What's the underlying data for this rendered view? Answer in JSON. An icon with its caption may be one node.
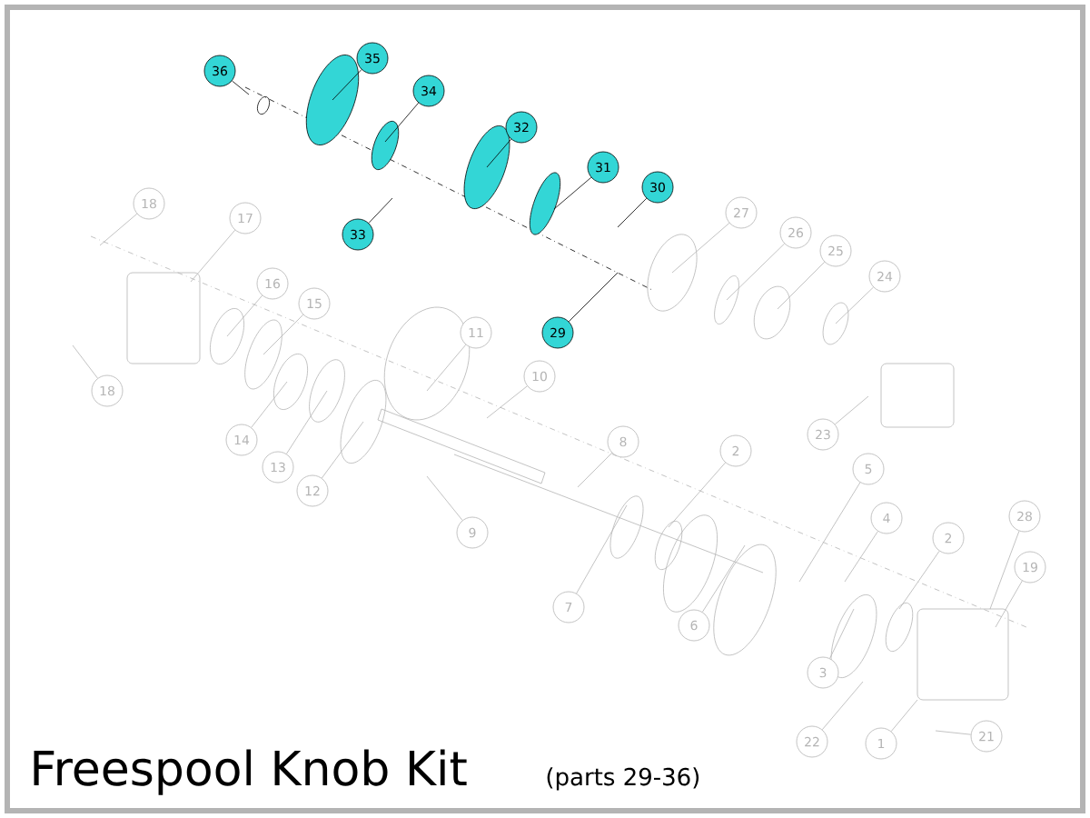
{
  "diagram": {
    "title": "Freespool Knob Kit",
    "nodes": [
      {
        "text": [
          "36"
        ]
      },
      {
        "text": [
          "35"
        ]
      },
      {
        "text": [
          "34"
        ]
      },
      {
        "text": [
          "32"
        ]
      },
      {
        "text": [
          "33"
        ]
      },
      {
        "text": [
          "31"
        ]
      },
      {
        "text": [
          "30"
        ]
      },
      {
        "text": [
          "29"
        ]
      },
      {
        "text": [
          "27"
        ]
      },
      {
        "text": [
          "26"
        ]
      },
      {
        "text": [
          "25"
        ]
      },
      {
        "text": [
          "24"
        ]
      },
      {
        "text": [
          "18"
        ]
      },
      {
        "text": [
          "17"
        ]
      },
      {
        "text": [
          "16"
        ]
      },
      {
        "text": [
          "15"
        ]
      },
      {
        "text": [
          "11"
        ]
      },
      {
        "text": [
          "10"
        ]
      },
      {
        "text": [
          "14"
        ]
      },
      {
        "text": [
          "13"
        ]
      },
      {
        "text": [
          "12"
        ]
      },
      {
        "text": [
          "9"
        ]
      },
      {
        "text": [
          "18"
        ]
      },
      {
        "text": [
          "23"
        ]
      },
      {
        "text": [
          "8"
        ]
      },
      {
        "text": [
          "2"
        ]
      },
      {
        "text": [
          "7"
        ]
      },
      {
        "text": [
          "6"
        ]
      },
      {
        "text": [
          "5"
        ]
      },
      {
        "text": [
          "4"
        ]
      },
      {
        "text": [
          "2"
        ]
      },
      {
        "text": [
          "28"
        ]
      },
      {
        "text": [
          "19"
        ]
      },
      {
        "text": [
          "3"
        ]
      },
      {
        "text": [
          "22"
        ]
      },
      {
        "text": [
          "1"
        ]
      },
      {
        "text": [
          "21"
        ]
      }
    ],
    "edges": [
      {
        "from": 0,
        "to": null,
        "arrow": "none",
        "color": "#000000"
      },
      {
        "from": 1,
        "to": null,
        "arrow": "none",
        "color": "#000000"
      },
      {
        "from": 2,
        "to": null,
        "arrow": "none",
        "color": "#000000"
      },
      {
        "from": 3,
        "to": null,
        "arrow": "none",
        "color": "#000000"
      },
      {
        "from": 4,
        "to": null,
        "arrow": "none",
        "color": "#000000"
      },
      {
        "from": 5,
        "to": null,
        "arrow": "none",
        "color": "#000000"
      },
      {
        "from": 6,
        "to": null,
        "arrow": "none",
        "color": "#000000"
      },
      {
        "from": 7,
        "to": null,
        "arrow": "none",
        "color": "#000000"
      },
      {
        "from": 8,
        "to": null,
        "arrow": "none"
      },
      {
        "from": 9,
        "to": null,
        "arrow": "none"
      },
      {
        "from": 10,
        "to": null,
        "arrow": "none"
      },
      {
        "from": 11,
        "to": null,
        "arrow": "none"
      },
      {
        "from": 12,
        "to": null,
        "arrow": "none"
      },
      {
        "from": 13,
        "to": null,
        "arrow": "none"
      },
      {
        "from": 14,
        "to": null,
        "arrow": "none"
      },
      {
        "from": 15,
        "to": null,
        "arrow": "none"
      },
      {
        "from": 16,
        "to": null,
        "arrow": "none"
      },
      {
        "from": 17,
        "to": null,
        "arrow": "none"
      },
      {
        "from": 18,
        "to": null,
        "arrow": "none"
      },
      {
        "from": 19,
        "to": null,
        "arrow": "none"
      },
      {
        "from": 20,
        "to": null,
        "arrow": "none"
      },
      {
        "from": 21,
        "to": null,
        "arrow": "none"
      },
      {
        "from": 22,
        "to": null,
        "arrow": "none"
      },
      {
        "from": 23,
        "to": null,
        "arrow": "none"
      },
      {
        "from": 24,
        "to": null,
        "arrow": "none"
      },
      {
        "from": 25,
        "to": null,
        "arrow": "none"
      },
      {
        "from": 26,
        "to": null,
        "arrow": "none"
      },
      {
        "from": 27,
        "to": null,
        "arrow": "none"
      },
      {
        "from": 28,
        "to": null,
        "arrow": "none"
      },
      {
        "from": 29,
        "to": null,
        "arrow": "none"
      },
      {
        "from": 30,
        "to": null,
        "arrow": "none"
      },
      {
        "from": 31,
        "to": null,
        "arrow": "none"
      },
      {
        "from": 32,
        "to": null,
        "arrow": "none"
      },
      {
        "from": 33,
        "to": null,
        "arrow": "none"
      },
      {
        "from": 34,
        "to": null,
        "arrow": "none"
      },
      {
        "from": 35,
        "to": null,
        "arrow": "none"
      },
      {
        "from": 36,
        "to": null,
        "arrow": "none"
      }
    ],
    "labels": [
      "(parts 29-36)"
    ]
  }
}
